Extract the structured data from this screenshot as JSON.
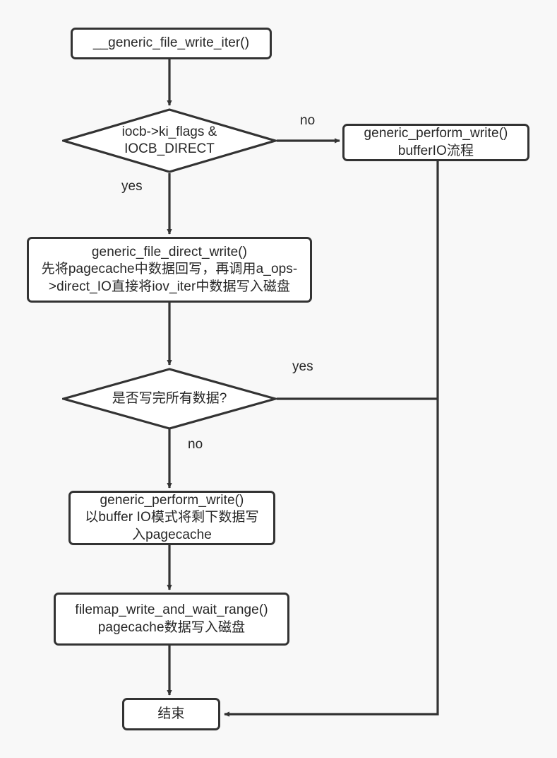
{
  "diagram": {
    "title": "__generic_file_write_iter flow",
    "background_color": "#f8f8f8",
    "node_fill": "#ffffff",
    "stroke_color": "#333333",
    "text_color": "#262626",
    "nodes": {
      "start": "__generic_file_write_iter()",
      "decision_direct": "iocb->ki_flags &\nIOCB_DIRECT",
      "buffer_io": "generic_perform_write()\nbufferIO流程",
      "direct_write": "generic_file_direct_write()\n先将pagecache中数据回写，再调用a_ops-\n>direct_IO直接将iov_iter中数据写入磁盘",
      "decision_all_written": "是否写完所有数据?",
      "perform_write": "generic_perform_write()\n以buffer IO模式将剩下数据写\n入pagecache",
      "filemap_write": "filemap_write_and_wait_range()\npagecache数据写入磁盘",
      "end": "结束"
    },
    "edge_labels": {
      "direct_no": "no",
      "direct_yes": "yes",
      "all_written_yes": "yes",
      "all_written_no": "no"
    }
  }
}
